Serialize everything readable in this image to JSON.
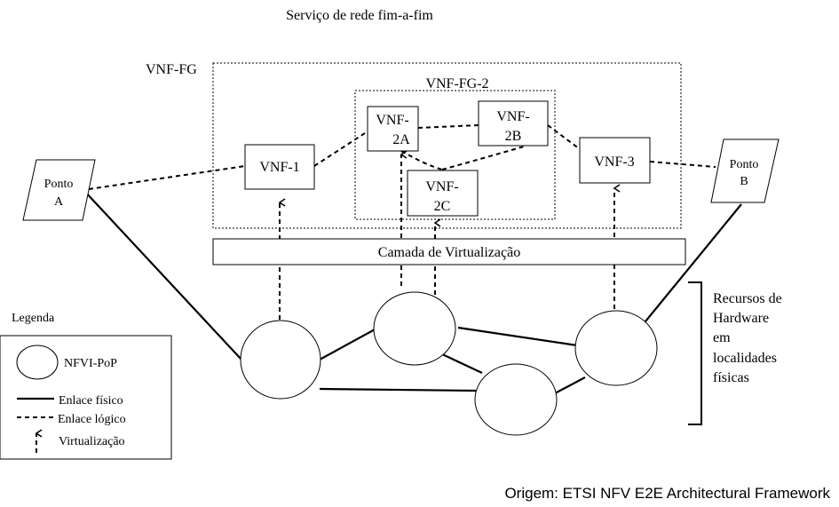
{
  "title": "Serviço de rede fim-a-fim",
  "vnf_fg": {
    "label": "VNF-FG"
  },
  "vnf_fg_2": {
    "label": "VNF-FG-2"
  },
  "vnfs": {
    "vnf1": {
      "line1": "VNF-1"
    },
    "vnf2a": {
      "line1": "VNF-",
      "line2": "2A"
    },
    "vnf2b": {
      "line1": "VNF-",
      "line2": "2B"
    },
    "vnf2c": {
      "line1": "VNF-",
      "line2": "2C"
    },
    "vnf3": {
      "line1": "VNF-3"
    }
  },
  "endpoints": {
    "a": {
      "line1": "Ponto",
      "line2": "A"
    },
    "b": {
      "line1": "Ponto",
      "line2": "B"
    }
  },
  "virtualization_layer": "Camada de Virtualização",
  "hardware_resources": [
    "Recursos de",
    "Hardware",
    "em",
    "localidades",
    "físicas"
  ],
  "legend": {
    "title": "Legenda",
    "items": {
      "nfvi_pop": "NFVI-PoP",
      "physical_link": "Enlace físico",
      "logical_link": "Enlace lógico",
      "virtualization": "Virtualização"
    }
  },
  "source": "Origem: ETSI NFV E2E Architectural Framework",
  "colors": {
    "line": "#000000",
    "background": "#ffffff"
  }
}
